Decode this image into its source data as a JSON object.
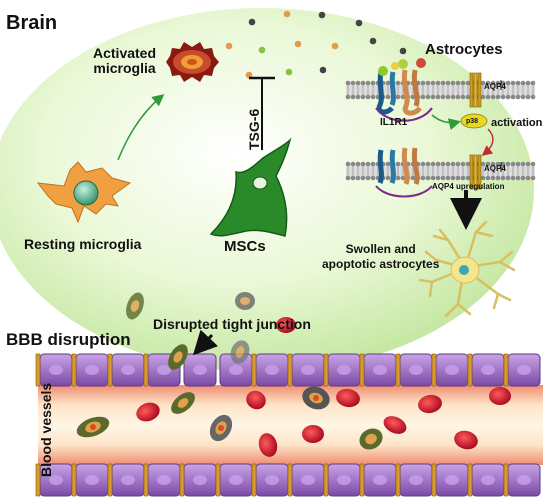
{
  "labels": {
    "brain": "Brain",
    "activated_microglia_line1": "Activated",
    "activated_microglia_line2": "microglia",
    "astrocytes": "Astrocytes",
    "tsg6": "TSG-6",
    "il1r1": "IL1R1",
    "aqp4_top": "AQP4",
    "aqp4_bottom": "AQP4",
    "p38": "p38",
    "activation": "activation",
    "aqp4_upregulation": "AQP4 upregulation",
    "resting_microglia": "Resting microglia",
    "mscs": "MSCs",
    "swollen_line1": "Swollen and",
    "swollen_line2": "apoptotic astrocytes",
    "disrupted_tight_junction": "Disrupted tight junction",
    "bbb_disruption": "BBB disruption",
    "blood_vessels": "Blood vessels"
  },
  "colors": {
    "brain_region": "#d9f2b8",
    "vessel_wall": "#9a6fc0",
    "tight_junction": "#d79a2c",
    "lumen": "#f7d7c0",
    "rbc": "#c8102e",
    "msc": "#2a8a2a",
    "activated_microglia": "#b5321a",
    "resting_microglia": "#f0a040",
    "astrocyte": "#f4e58f",
    "arrow_green": "#2e9a3a",
    "arrow_red": "#c03030"
  }
}
